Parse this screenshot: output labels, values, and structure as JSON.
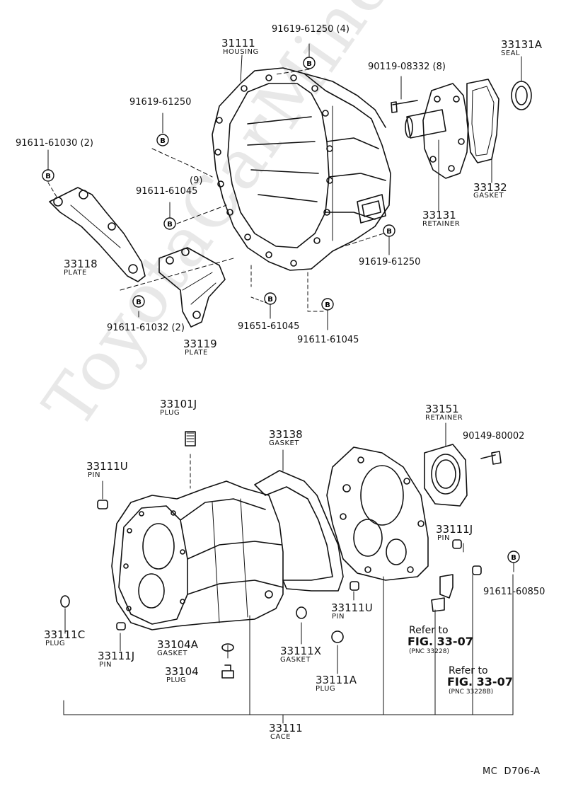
{
  "watermark": "ToyotaCarMine.ru",
  "diagram_code": "MC  D706-A",
  "bolt_marker": "B",
  "callouts": {
    "p31111": "31111",
    "p31111_name": "HOUSING",
    "p91619_61250_4": "91619-61250 (4)",
    "p91619_61250_a": "91619-61250",
    "p91611_61030": "91611-61030 (2)",
    "p9": "(9)",
    "p91611_61045_a": "91611-61045",
    "p33118": "33118",
    "p33118_name": "PLATE",
    "p33119": "33119",
    "p33119_name": "PLATE",
    "p91611_61032": "91611-61032 (2)",
    "p91651_61045": "91651-61045",
    "p91611_61045_b": "91611-61045",
    "p91619_61250_b": "91619-61250",
    "p90119_08332": "90119-08332 (8)",
    "p33131A": "33131A",
    "p33131A_name": "SEAL",
    "p33132": "33132",
    "p33132_name": "GASKET",
    "p33131": "33131",
    "p33131_name": "RETAINER",
    "p33101J": "33101J",
    "p33101J_name": "PLUG",
    "p33138": "33138",
    "p33138_name": "GASKET",
    "p33151": "33151",
    "p33151_name": "RETAINER",
    "p90149_80002": "90149-80002",
    "p33111U_a": "33111U",
    "p33111U_a_name": "PIN",
    "p33111J_a": "33111J",
    "p33111J_a_name": "PIN",
    "p91611_60850": "91611-60850",
    "p33111U_b": "33111U",
    "p33111U_b_name": "PIN",
    "p33111C": "33111C",
    "p33111C_name": "PLUG",
    "p33111J_b": "33111J",
    "p33111J_b_name": "PIN",
    "p33104A": "33104A",
    "p33104A_name": "GASKET",
    "p33104": "33104",
    "p33104_name": "PLUG",
    "p33111X": "33111X",
    "p33111X_name": "GASKET",
    "p33111A": "33111A",
    "p33111A_name": "PLUG",
    "p33111": "33111",
    "p33111_name": "CACE",
    "ref1_a": "Refer to",
    "ref1_b": "FIG. 33-07",
    "ref1_c": "(PNC 33228)",
    "ref2_a": "Refer to",
    "ref2_b": "FIG. 33-07",
    "ref2_c": "(PNC 33228B)"
  }
}
